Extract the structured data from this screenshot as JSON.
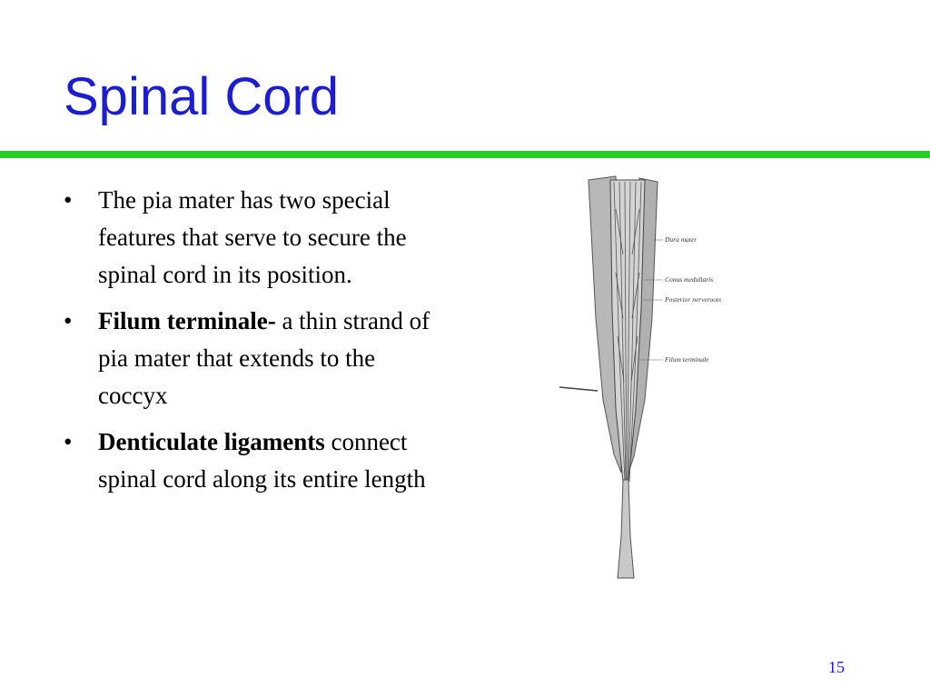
{
  "slide": {
    "title": "Spinal Cord",
    "page_number": "15",
    "colors": {
      "title": "#1c1cd0",
      "rule": "#22d022",
      "text": "#000000"
    }
  },
  "bullets": [
    {
      "marker": "•",
      "bold": "",
      "text": "The pia mater has two special features that serve to secure the spinal cord in its position."
    },
    {
      "marker": "•",
      "bold": "Filum terminale-",
      "text": " a thin strand of pia mater that extends to the coccyx"
    },
    {
      "marker": "•",
      "bold": "Denticulate ligaments",
      "text": " connect spinal cord along its entire length"
    }
  ],
  "figure": {
    "labels": [
      "Dura mater",
      "Conus medullaris",
      "Posterior nerveroots",
      "Filum terminale"
    ]
  }
}
